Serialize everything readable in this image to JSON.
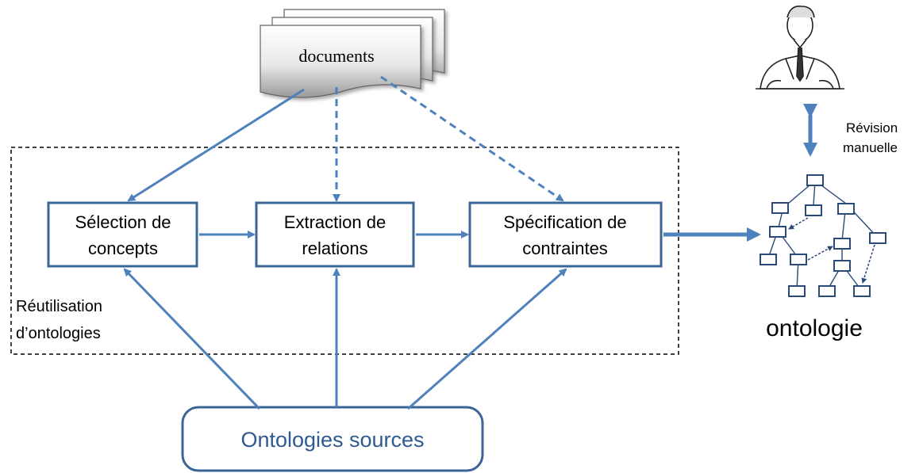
{
  "documents": {
    "label": "documents"
  },
  "process": {
    "region_label_line1": "Réutilisation",
    "region_label_line2": "d’ontologies",
    "steps": [
      {
        "line1": "Sélection de",
        "line2": "concepts"
      },
      {
        "line1": "Extraction de",
        "line2": "relations"
      },
      {
        "line1": "Spécification de",
        "line2": "contraintes"
      }
    ]
  },
  "sources": {
    "label": "Ontologies sources"
  },
  "review": {
    "line1": "Révision",
    "line2": "manuelle",
    "icon": "person-icon"
  },
  "output": {
    "label": "ontologie",
    "icon": "tree-graph-icon"
  },
  "colors": {
    "arrow": "#4f81bd",
    "box_border": "#3b6597",
    "source_text": "#2f5a8f"
  }
}
